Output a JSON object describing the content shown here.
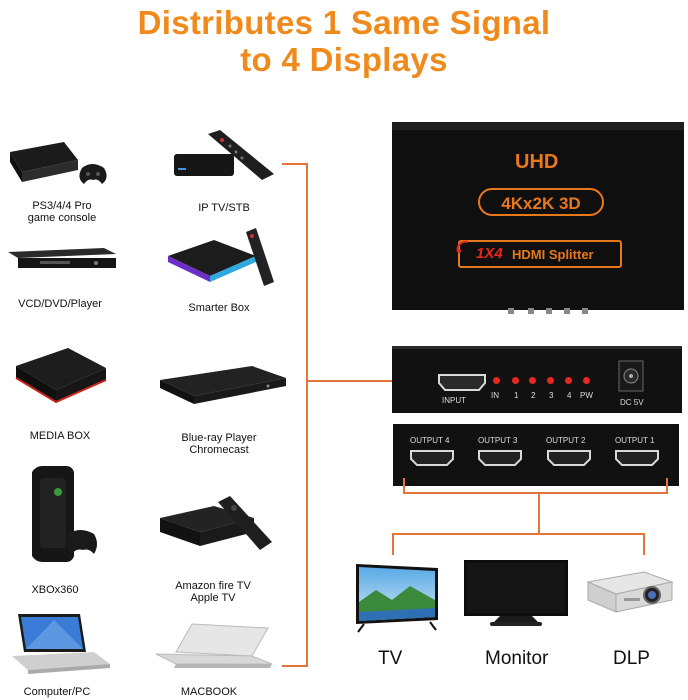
{
  "title": {
    "line1": "Distributes 1 Same Signal",
    "line2": "to 4 Displays"
  },
  "sources": [
    {
      "label": "PS3/4/4 Pro\ngame console",
      "icon": "game-console-icon"
    },
    {
      "label": "IP TV/STB",
      "icon": "set-top-box-icon"
    },
    {
      "label": "VCD/DVD/Player",
      "icon": "dvd-player-icon"
    },
    {
      "label": "Smarter Box",
      "icon": "android-box-icon"
    },
    {
      "label": "MEDIA BOX",
      "icon": "media-box-icon"
    },
    {
      "label": "Blue-ray Player\nChromecast",
      "icon": "bluray-player-icon"
    },
    {
      "label": "XBOx360",
      "icon": "xbox360-icon"
    },
    {
      "label": "Amazon fire TV\nApple TV",
      "icon": "fire-tv-icon"
    },
    {
      "label": "Computer/PC",
      "icon": "laptop-pc-icon"
    },
    {
      "label": "MACBOOK",
      "icon": "macbook-icon"
    }
  ],
  "device": {
    "top_text": "UHD",
    "badge": "4Kx2K 3D",
    "model_prefix": "1X4",
    "model_text": "HDMI Splitter",
    "input_label": "INPUT",
    "leds": [
      "IN",
      "1",
      "2",
      "3",
      "4",
      "PW"
    ],
    "power_label": "DC 5V",
    "outputs": [
      "OUTPUT 4",
      "OUTPUT 3",
      "OUTPUT 2",
      "OUTPUT 1"
    ]
  },
  "displays": [
    {
      "label": "TV",
      "icon": "tv-icon"
    },
    {
      "label": "Monitor",
      "icon": "monitor-icon"
    },
    {
      "label": "DLP",
      "icon": "projector-icon"
    }
  ],
  "colors": {
    "accent": "#f08a1c",
    "line": "#e2763a",
    "led": "#e8281c",
    "dark": "#111111"
  }
}
